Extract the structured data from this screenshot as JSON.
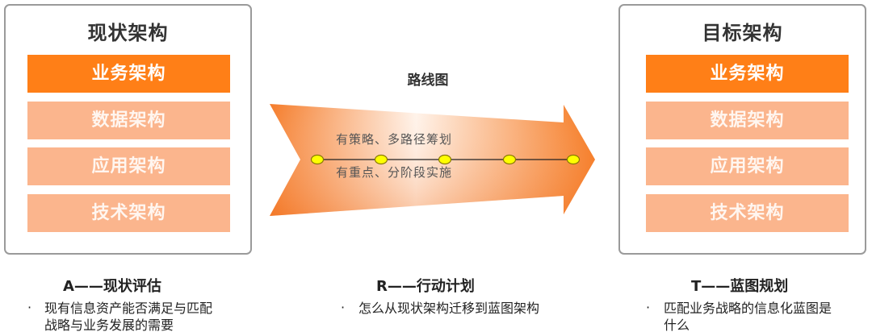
{
  "current_architecture": {
    "title": "现状架构",
    "layers": [
      {
        "label": "业务架构",
        "highlight": true
      },
      {
        "label": "数据架构",
        "highlight": false
      },
      {
        "label": "应用架构",
        "highlight": false
      },
      {
        "label": "技术架构",
        "highlight": false
      }
    ]
  },
  "target_architecture": {
    "title": "目标架构",
    "layers": [
      {
        "label": "业务架构",
        "highlight": true
      },
      {
        "label": "数据架构",
        "highlight": false
      },
      {
        "label": "应用架构",
        "highlight": false
      },
      {
        "label": "技术架构",
        "highlight": false
      }
    ]
  },
  "roadmap": {
    "title": "路线图",
    "line_above": "有策略、多路径筹划",
    "line_below": "有重点、分阶段实施",
    "milestones": 5
  },
  "sections": [
    {
      "title": "A——现状评估",
      "bullet": "·",
      "text_lines": [
        "现有信息资产能否满足与匹配",
        "战略与业务发展的需要"
      ]
    },
    {
      "title": "R——行动计划",
      "bullet": "·",
      "text_lines": [
        "怎么从现状架构迁移到蓝图架构"
      ]
    },
    {
      "title": "T——蓝图规划",
      "bullet": "·",
      "text_lines": [
        "匹配业务战略的信息化蓝图是",
        "什么"
      ]
    }
  ],
  "colors": {
    "primary_orange": "#ff7f17",
    "light_orange": "#fbb58d",
    "milestone_yellow": "#ffff00",
    "border_gray": "#9a9a9a"
  }
}
